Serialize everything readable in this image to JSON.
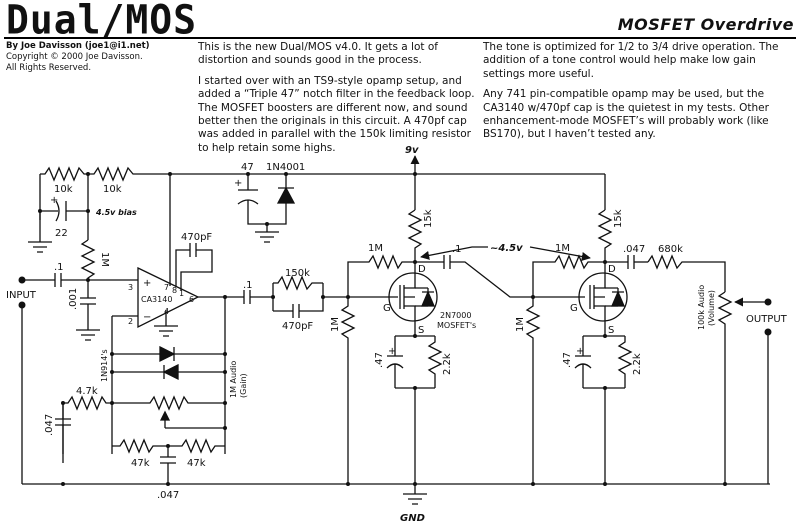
{
  "header": {
    "title": "Dual/MOS",
    "subtitle": "MOSFET Overdrive"
  },
  "byline": {
    "author": "By Joe Davisson (joe1@i1.net)",
    "copyright": "Copyright © 2000 Joe Davisson.",
    "rights": "All Rights Reserved."
  },
  "description": {
    "column1": [
      "This is the new Dual/MOS v4.0. It gets a lot of distortion and sounds good in the process.",
      "I started over with an TS9-style opamp setup, and added a “Triple 47” notch filter in the feedback loop. The MOSFET boosters are different now, and sound better then the originals in this circuit. A 470pf cap was added in parallel with the 150k limiting resistor to help retain some highs."
    ],
    "column2": [
      "The tone is optimized for 1/2 to 3/4 drive operation. The addition of a tone control would help make low gain settings more useful.",
      "Any 741 pin-compatible opamp may be used,  but the CA3140 w/470pf cap is the quietest in my tests. Other enhancement-mode MOSFET’s will probably work (like BS170), but I haven’t tested any."
    ]
  },
  "schematic": {
    "supply": "9v",
    "ground": "GND",
    "bias_label": "4.5v bias",
    "drain_voltage": "~4.5v",
    "input_label": "INPUT",
    "output_label": "OUTPUT",
    "opamp": {
      "part": "CA3140",
      "pins": {
        "plus": "3",
        "minus": "2",
        "out": "6",
        "p7": "7",
        "p8": "8",
        "p1": "1",
        "p4": "4"
      }
    },
    "components": {
      "r_bias_1": "10k",
      "r_bias_2": "10k",
      "c_bias": "22",
      "r_bias_in": "1M",
      "c_in": ".1",
      "c_in_shunt": ".001",
      "c_supply": "47",
      "d_supply": "1N4001",
      "c_opamp_comp": "470pF",
      "diodes": "1N914's",
      "r_gain_series": "4.7k",
      "c_gain": ".047",
      "pot_gain": "1M Audio",
      "pot_gain_sub": "(Gain)",
      "r_notch_1": "47k",
      "r_notch_2": "47k",
      "c_notch": ".047",
      "c_out_opamp": ".1",
      "r_limit": "150k",
      "c_limit": "470pF",
      "q1_r_gate": "1M",
      "q1_r_feedback": "1M",
      "q1_r_drain": "15k",
      "q1_c_source": ".47",
      "q1_r_source": "2.2k",
      "q_part": "2N7000",
      "q_part_sub": "MOSFET's",
      "c_interstage": ".1",
      "q2_r_gate": "1M",
      "q2_r_feedback": "1M",
      "q2_r_drain": "15k",
      "q2_c_source": ".47",
      "q2_r_source": "2.2k",
      "c_out": ".047",
      "r_out": "680k",
      "pot_vol": "100k Audio",
      "pot_vol_sub": "(Volume)",
      "pin_d": "D",
      "pin_g": "G",
      "pin_s": "S"
    }
  }
}
